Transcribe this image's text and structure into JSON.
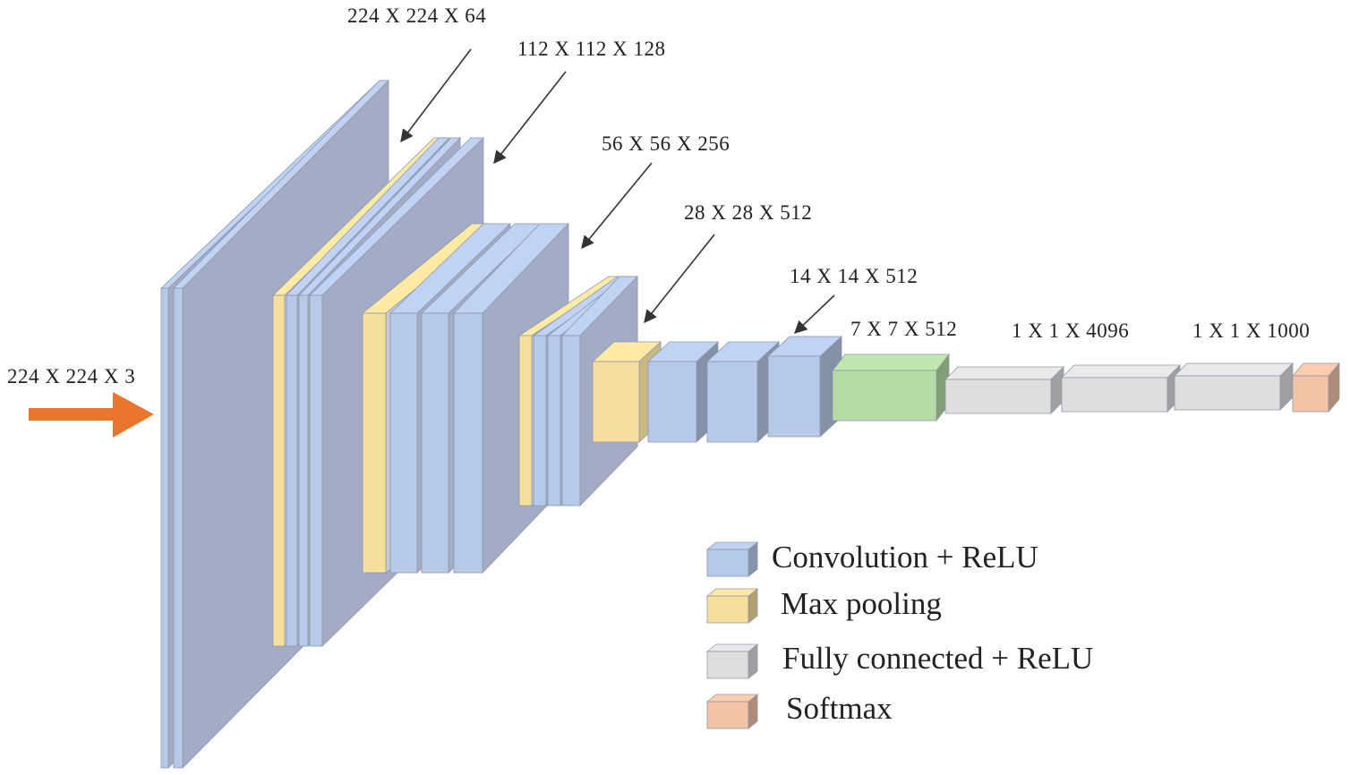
{
  "labels": {
    "input": "224 X 224 X 3",
    "block1": "224 X 224 X 64",
    "block2": "112 X 112 X 128",
    "block3": "56 X 56 X 256",
    "block4": "28 X 28 X 512",
    "block5": "14 X 14 X 512",
    "pool5": "7 X 7 X 512",
    "fc": "1 X 1 X 4096",
    "softmax": "1 X 1 X 1000"
  },
  "legend": [
    {
      "key": "conv",
      "label": "Convolution + ReLU",
      "color": "#b7c9e8"
    },
    {
      "key": "pool",
      "label": "Max pooling",
      "color": "#f6df9c"
    },
    {
      "key": "fc",
      "label": "Fully connected + ReLU",
      "color": "#dedede"
    },
    {
      "key": "softmax",
      "label": "Softmax",
      "color": "#f3c3a6"
    }
  ],
  "colors": {
    "conv": "#b7c9e8",
    "pool": "#f6df9c",
    "fc": "#dedede",
    "fc_green": "#b6dba4",
    "softmax": "#f3c3a6",
    "input_arrow": "#e8762c"
  }
}
